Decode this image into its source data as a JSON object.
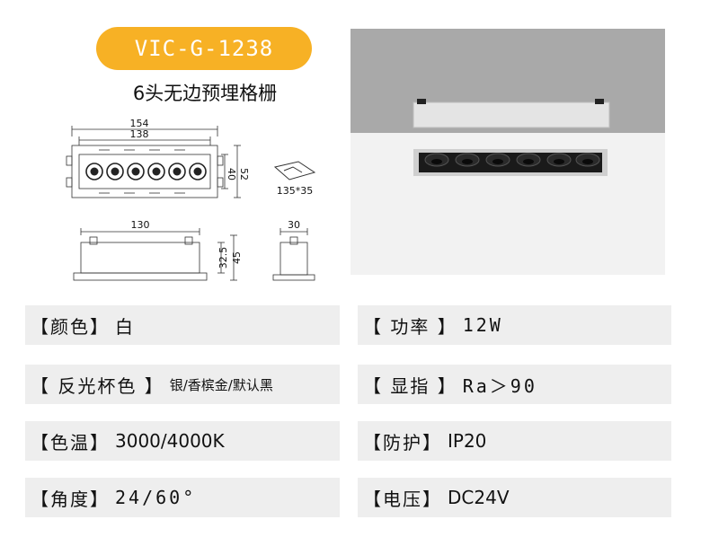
{
  "header": {
    "model": "VIC-G-1238",
    "name": "6头无边预埋格栅"
  },
  "drawing": {
    "dim_width_outer": "154",
    "dim_width_inner": "138",
    "dim_height_inner": "40",
    "dim_height_outer": "52",
    "cutout": "135*35",
    "dim_side_length": "130",
    "dim_depth": "30",
    "dim_body_height": "32.5",
    "dim_total_height": "45"
  },
  "specs": {
    "color": {
      "label": "【颜色】",
      "value": "白"
    },
    "power": {
      "label": "【 功率 】",
      "value": "12W"
    },
    "reflector": {
      "label": "【 反光杯色 】",
      "value": "银/香槟金/默认黑"
    },
    "cri": {
      "label": "【 显指 】",
      "value": "Ra＞90"
    },
    "cct": {
      "label": "【色温】",
      "value": "3000/4000K"
    },
    "protection": {
      "label": "【防护】",
      "value": "IP20"
    },
    "angle": {
      "label": "【角度】",
      "value": "24/60°"
    },
    "voltage": {
      "label": "【电压】",
      "value": "DC24V"
    }
  },
  "colors": {
    "accent": "#f7b125",
    "row_bg": "#eeeeee",
    "ceiling": "#a9a9a9"
  }
}
